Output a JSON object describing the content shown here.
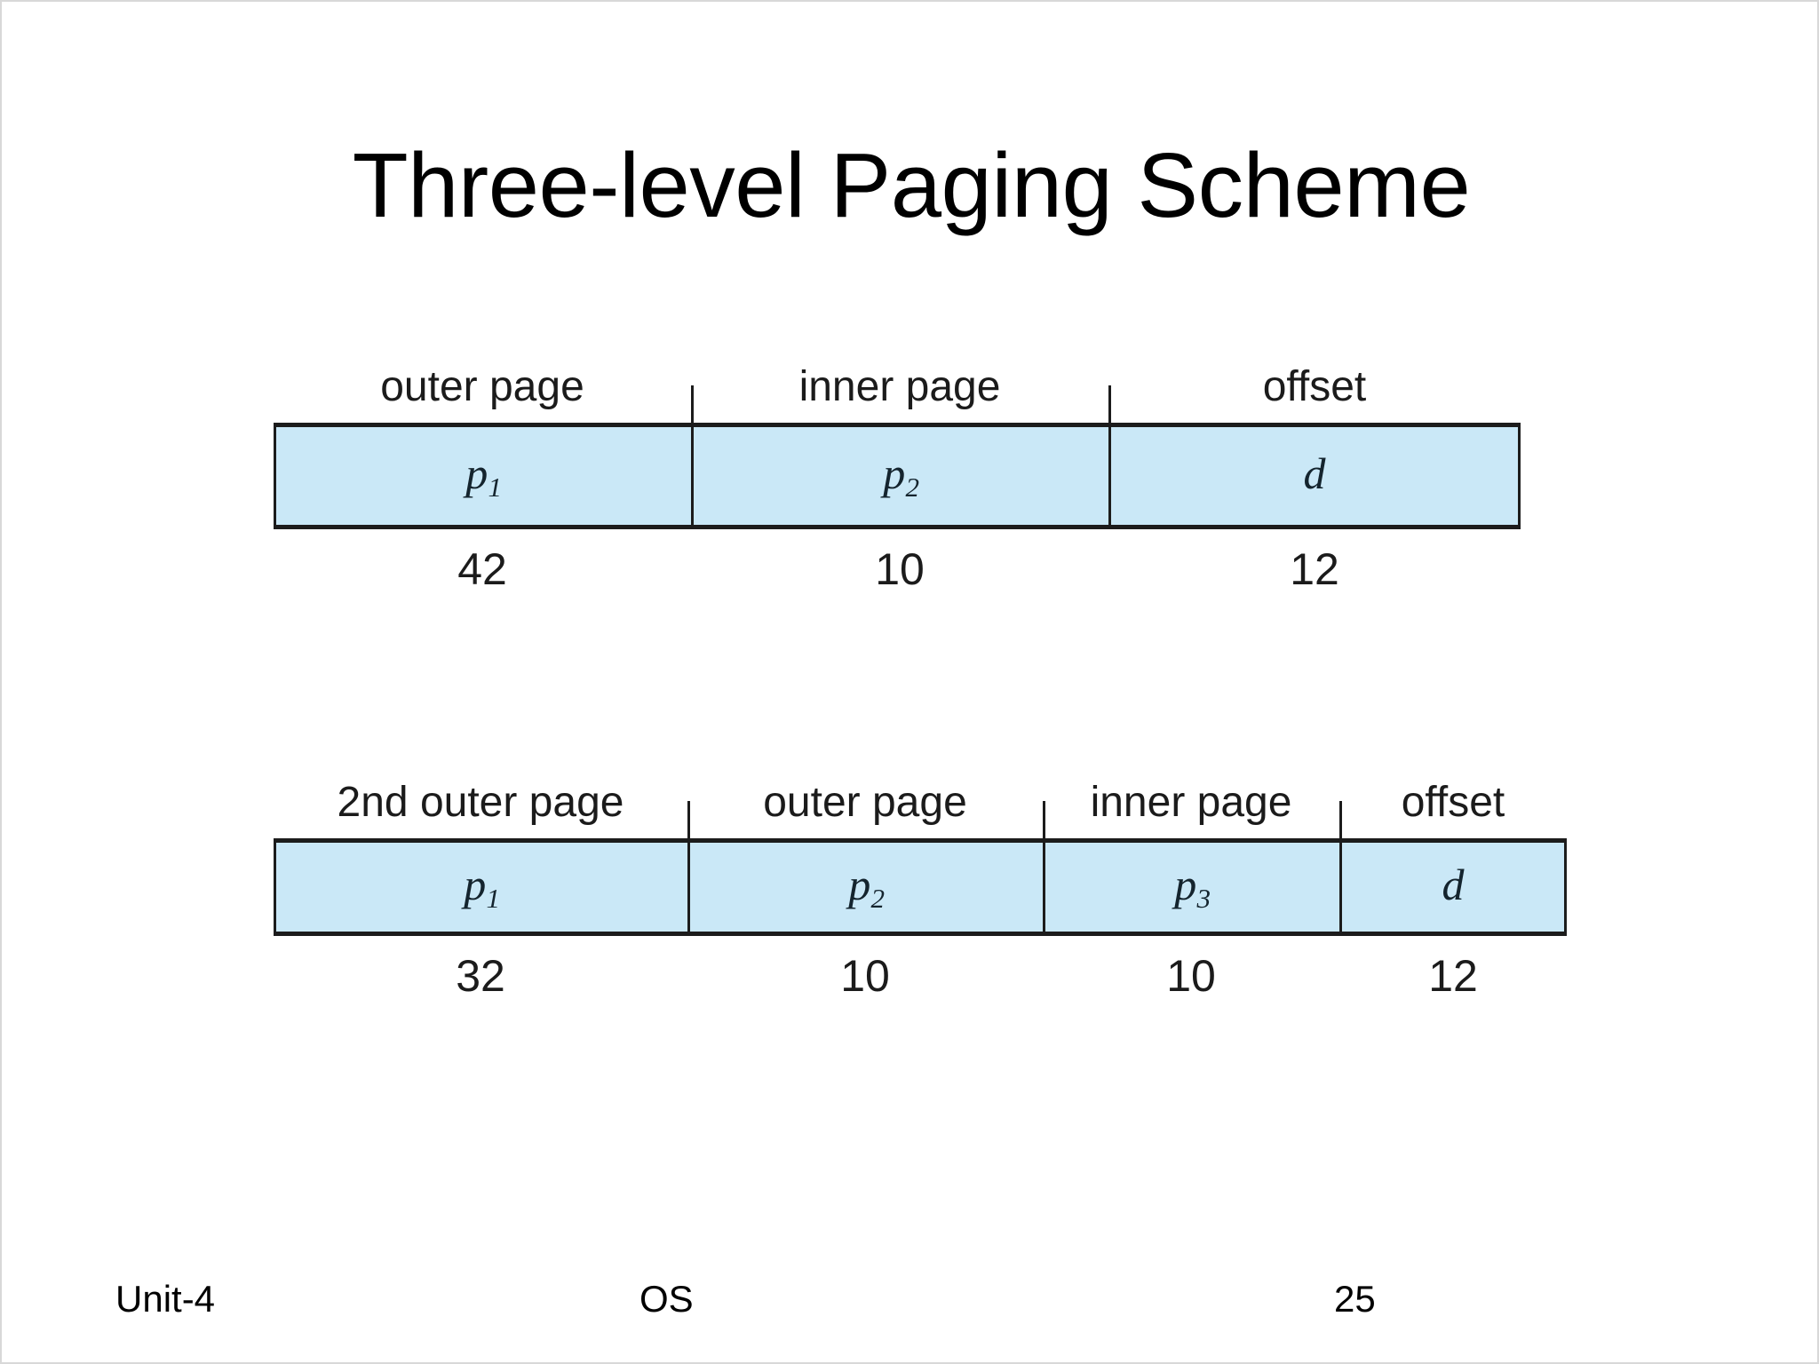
{
  "slide": {
    "title": "Three-level Paging Scheme",
    "page_background": "#ffffff",
    "bar_fill_color": "#cae8f7",
    "bar_border_color": "#1c1c1c"
  },
  "diagram_two_level": {
    "segments": [
      {
        "label": "outer page",
        "symbol": "p",
        "subscript": "1",
        "bits": "42"
      },
      {
        "label": "inner page",
        "symbol": "p",
        "subscript": "2",
        "bits": "10"
      },
      {
        "label": "offset",
        "symbol": "d",
        "subscript": "",
        "bits": "12"
      }
    ]
  },
  "diagram_three_level": {
    "segments": [
      {
        "label": "2nd outer page",
        "symbol": "p",
        "subscript": "1",
        "bits": "32"
      },
      {
        "label": "outer page",
        "symbol": "p",
        "subscript": "2",
        "bits": "10"
      },
      {
        "label": "inner page",
        "symbol": "p",
        "subscript": "3",
        "bits": "10"
      },
      {
        "label": "offset",
        "symbol": "d",
        "subscript": "",
        "bits": "12"
      }
    ]
  },
  "footer": {
    "unit": "Unit-4",
    "topic": "OS",
    "page_number": "25"
  }
}
